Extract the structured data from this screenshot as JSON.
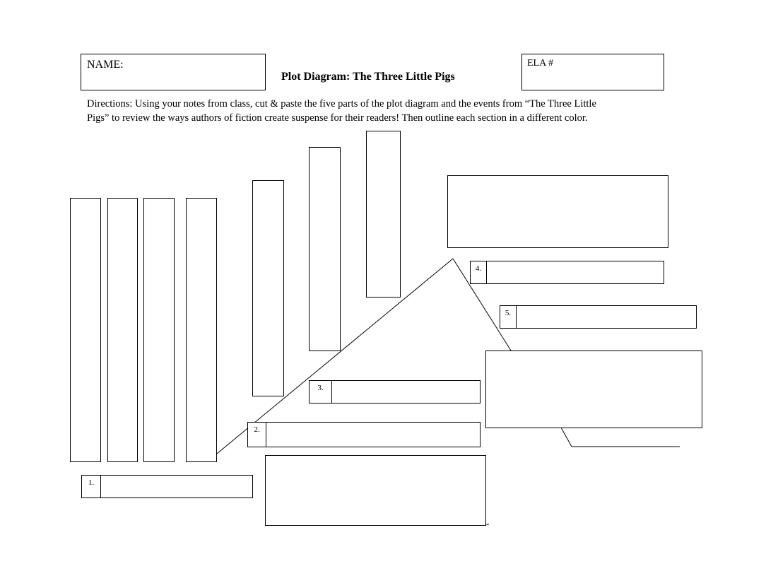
{
  "header": {
    "name_label": "NAME:",
    "title": "Plot Diagram:  The Three Little Pigs",
    "ela_label": "ELA #"
  },
  "directions": {
    "line1": "Directions:  Using your notes from class, cut & paste the five parts of the plot diagram and the events from “The Three Little",
    "line2": "Pigs” to review the ways authors of fiction create suspense for their readers!  Then outline each section in a different color."
  },
  "plot_labels": {
    "n1": "1.",
    "n2": "2.",
    "n3": "3.",
    "n4": "4.",
    "n5": "5."
  }
}
